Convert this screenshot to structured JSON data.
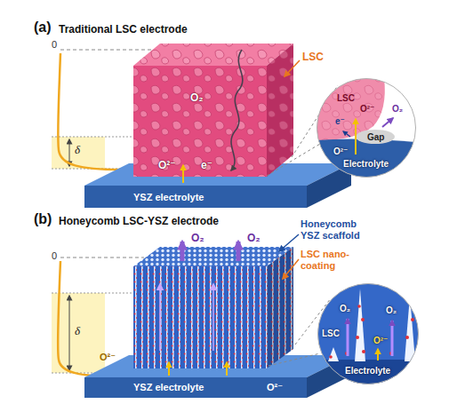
{
  "diagram": {
    "nodes": [
      {
        "text": [
          "LSC",
          "O²⁻",
          "e⁻",
          "O₂",
          "Gap",
          "O²⁻",
          "Electrolyte"
        ]
      },
      {
        "text": [
          "O₂",
          "O₂",
          "LSC",
          "O²⁻",
          "Electrolyte"
        ]
      }
    ],
    "labels": [
      "(a)",
      "Traditional LSC electrode",
      "0",
      "δ",
      "LSC",
      "O₂",
      "e⁻",
      "O²⁻",
      "YSZ electrolyte",
      "(b)",
      "Honeycomb LSC-YSZ electrode",
      "O₂",
      "O₂",
      "Honeycomb YSZ scaffold",
      "LSC nano-coating",
      "0",
      "δ",
      "O²⁻",
      "YSZ electrolyte",
      "O²⁻"
    ]
  }
}
